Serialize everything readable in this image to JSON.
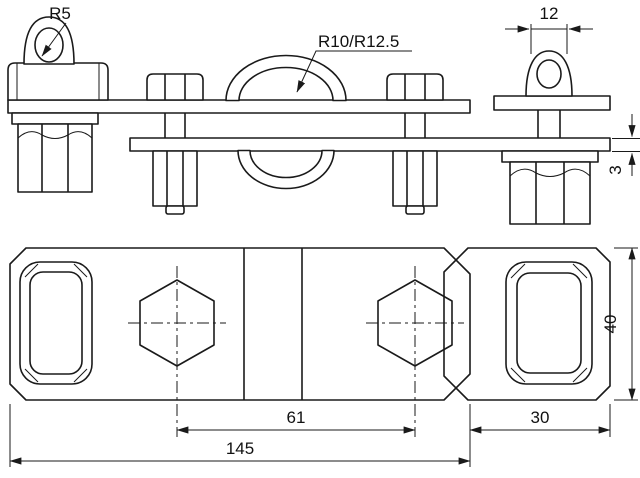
{
  "meta": {
    "background_color": "#ffffff",
    "line_color": "#1a1a1a",
    "drawing_type": "pipe-clamp-technical-drawing"
  },
  "side_view": {
    "label_r5": "R5",
    "label_radius": "R10/R12.5",
    "dim_top_width": "12",
    "dim_thickness": "3"
  },
  "plan_view": {
    "dim_bolt_spacing": "61",
    "dim_right_offset": "30",
    "dim_length": "145",
    "dim_width": "40"
  }
}
